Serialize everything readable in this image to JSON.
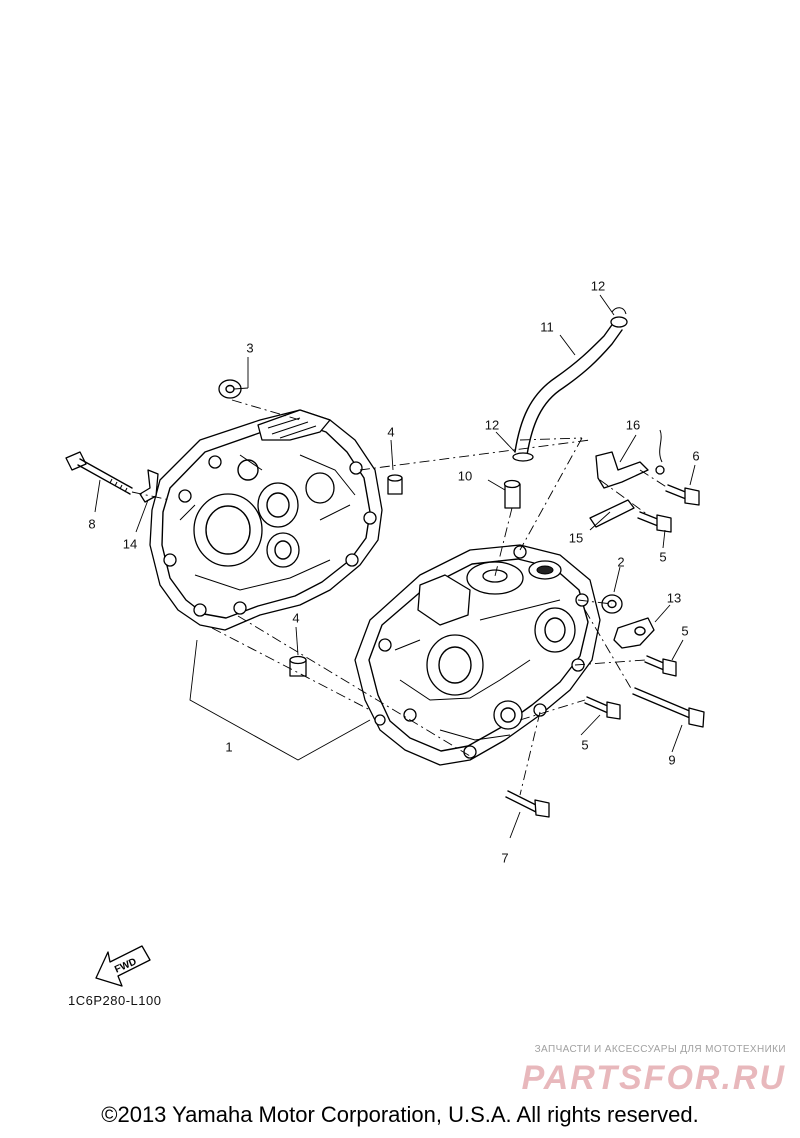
{
  "callouts": [
    {
      "label": "1"
    },
    {
      "label": "2"
    },
    {
      "label": "3"
    },
    {
      "label": "4"
    },
    {
      "label": "4"
    },
    {
      "label": "5"
    },
    {
      "label": "5"
    },
    {
      "label": "5"
    },
    {
      "label": "6"
    },
    {
      "label": "7"
    },
    {
      "label": "8"
    },
    {
      "label": "9"
    },
    {
      "label": "10"
    },
    {
      "label": "11"
    },
    {
      "label": "12"
    },
    {
      "label": "12"
    },
    {
      "label": "13"
    },
    {
      "label": "14"
    },
    {
      "label": "15"
    },
    {
      "label": "16"
    }
  ],
  "fwd_label": "FWD",
  "diagram_code": "1C6P280-L100",
  "watermark": {
    "tagline": "ЗАПЧАСТИ И АКСЕССУАРЫ ДЛЯ МОТОТЕХНИКИ",
    "logo": "PARTSFOR.RU",
    "color": "#e8b8bc"
  },
  "copyright": "©2013 Yamaha Motor Corporation, U.S.A. All rights reserved."
}
